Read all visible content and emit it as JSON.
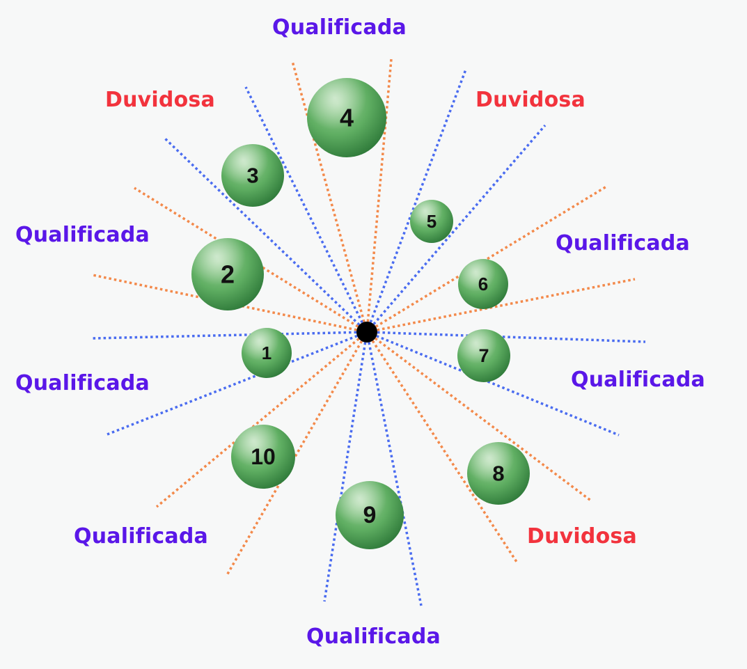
{
  "colors": {
    "qualified": "#5a17e8",
    "doubtful": "#f2333d",
    "line_blue": "#4a6cf0",
    "line_orange": "#f3894a",
    "center": "#000000",
    "sphere_light": "#9ed39a",
    "sphere_mid": "#5fae62",
    "sphere_dark": "#2f7a3a"
  },
  "labels": [
    {
      "id": "top",
      "text": "Qualificada",
      "status": "qualified"
    },
    {
      "id": "upper-left",
      "text": "Duvidosa",
      "status": "doubtful"
    },
    {
      "id": "upper-right",
      "text": "Duvidosa",
      "status": "doubtful"
    },
    {
      "id": "left-upper",
      "text": "Qualificada",
      "status": "qualified"
    },
    {
      "id": "right-upper",
      "text": "Qualificada",
      "status": "qualified"
    },
    {
      "id": "left-lower",
      "text": "Qualificada",
      "status": "qualified"
    },
    {
      "id": "right-lower",
      "text": "Qualificada",
      "status": "qualified"
    },
    {
      "id": "lower-left",
      "text": "Qualificada",
      "status": "qualified"
    },
    {
      "id": "lower-right",
      "text": "Duvidosa",
      "status": "doubtful"
    },
    {
      "id": "bottom",
      "text": "Qualificada",
      "status": "qualified"
    }
  ],
  "nodes": [
    {
      "id": "1",
      "label": "1"
    },
    {
      "id": "2",
      "label": "2"
    },
    {
      "id": "3",
      "label": "3"
    },
    {
      "id": "4",
      "label": "4"
    },
    {
      "id": "5",
      "label": "5"
    },
    {
      "id": "6",
      "label": "6"
    },
    {
      "id": "7",
      "label": "7"
    },
    {
      "id": "8",
      "label": "8"
    },
    {
      "id": "9",
      "label": "9"
    },
    {
      "id": "10",
      "label": "10"
    }
  ]
}
